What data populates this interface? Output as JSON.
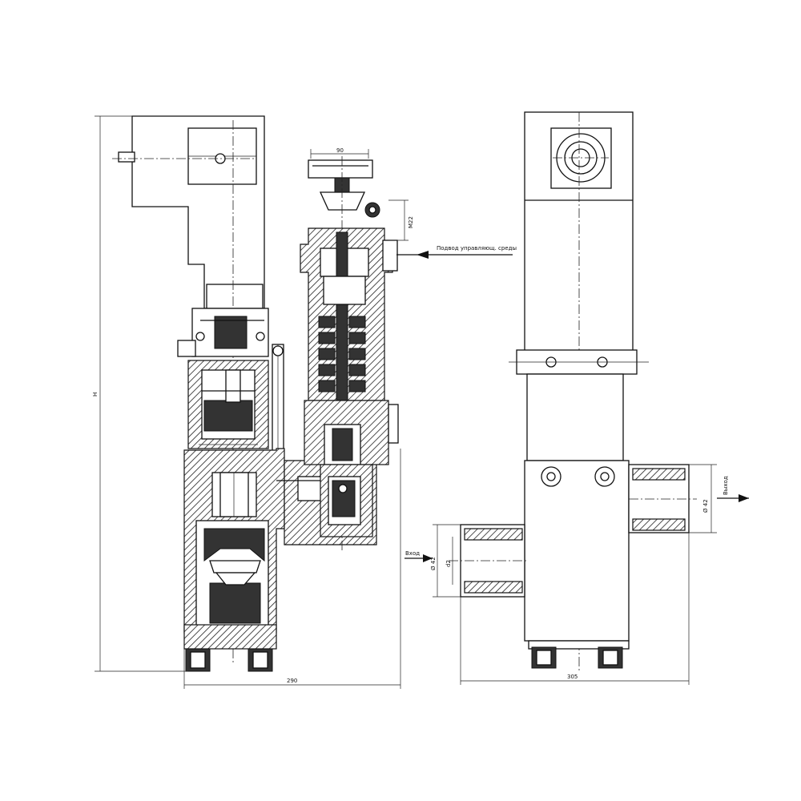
{
  "drawing": {
    "dimensions": {
      "left_height": "H",
      "left_width": "290",
      "right_width": "305",
      "handwheel": "90",
      "nut_size": "M22",
      "flange_in": "Ø 42",
      "flange_in_small": "d2",
      "flange_out": "Ø 42"
    },
    "notes": {
      "signal_line": "Подвод управляющ. среды",
      "inlet_arrow": "Вход",
      "outlet_arrow": "Выход"
    },
    "icons": {
      "arrow_left": "arrow-left-icon",
      "arrow_right": "arrow-right-icon"
    }
  }
}
